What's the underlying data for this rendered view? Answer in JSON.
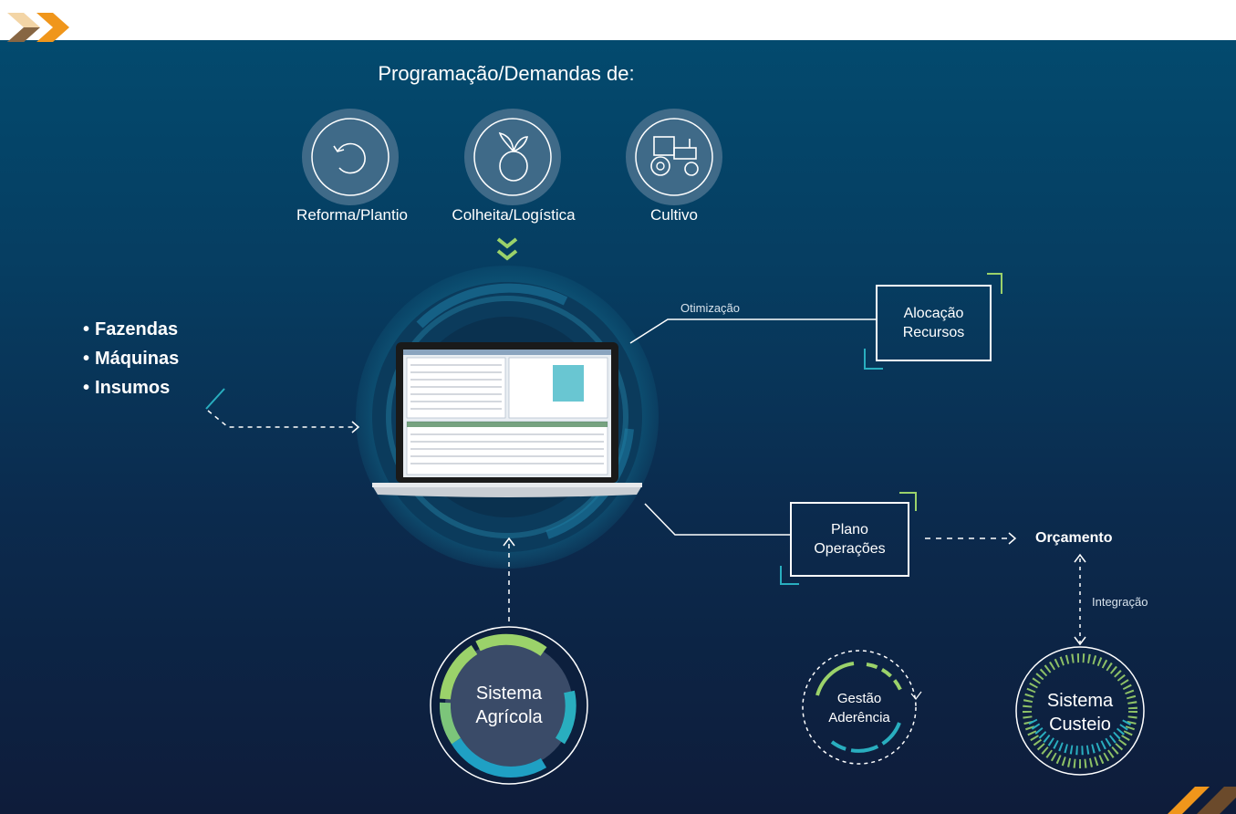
{
  "header": {
    "title": "Programação/Demandas de:"
  },
  "demands": [
    {
      "label": "Reforma/Plantio",
      "icon": "refresh-cycle-icon"
    },
    {
      "label": "Colheita/Logística",
      "icon": "sprout-icon"
    },
    {
      "label": "Cultivo",
      "icon": "tractor-icon"
    }
  ],
  "inputs": {
    "items": [
      "Fazendas",
      "Máquinas",
      "Insumos"
    ]
  },
  "nodes": {
    "otimizacao": "Otimização",
    "alocacao": [
      "Alocação",
      "Recursos"
    ],
    "plano": [
      "Plano",
      "Operações"
    ],
    "orcamento": "Orçamento",
    "integracao": "Integração",
    "sistema_agricola": [
      "Sistema",
      "Agrícola"
    ],
    "gestao_aderencia": [
      "Gestão",
      "Aderência"
    ],
    "sistema_custeio": [
      "Sistema",
      "Custeio"
    ]
  },
  "colors": {
    "background_top": "#034a6e",
    "background_bottom": "#0e1c3a",
    "accent_green": "#9bd26a",
    "accent_teal": "#29aebf",
    "accent_orange": "#f0961b",
    "accent_brown": "#6b4a2b"
  }
}
